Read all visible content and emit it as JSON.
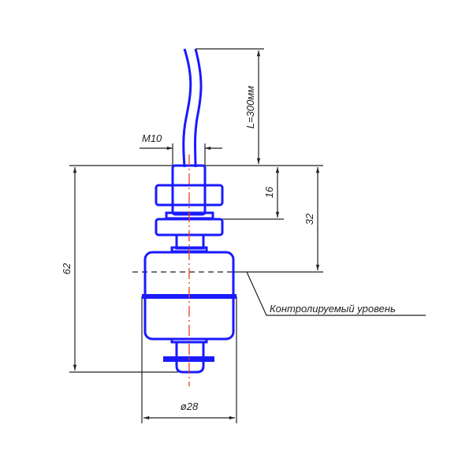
{
  "drawing": {
    "thread_label": "M10",
    "cable_length_label": "L=300мм",
    "dim_16": "16",
    "dim_32": "32",
    "dim_62": "62",
    "diameter_label": "ø28",
    "level_label": "Контролируемый уровень"
  },
  "colors": {
    "part": "#1a1aff",
    "centerline": "#e8401c",
    "dimension": "#222222"
  }
}
